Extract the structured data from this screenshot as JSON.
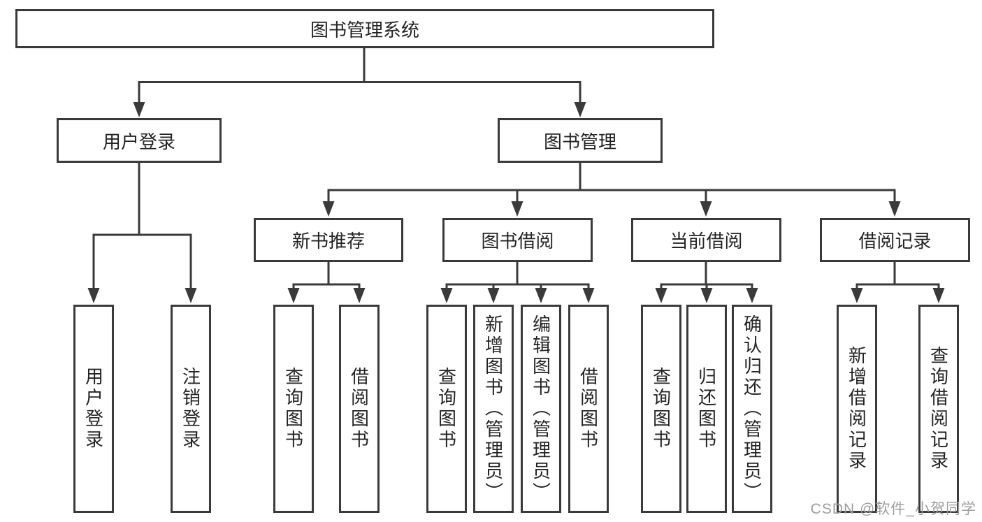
{
  "diagram": {
    "root": "图书管理系统",
    "level2": [
      {
        "label": "用户登录",
        "children": [
          "用户登录",
          "注销登录"
        ]
      },
      {
        "label": "图书管理",
        "sections": [
          {
            "label": "新书推荐",
            "children": [
              "查询图书",
              "借阅图书"
            ]
          },
          {
            "label": "图书借阅",
            "children": [
              "查询图书",
              "新增图书（管理员）",
              "编辑图书（管理员）",
              "借阅图书"
            ]
          },
          {
            "label": "当前借阅",
            "children": [
              "查询图书",
              "归还图书",
              "确认归还（管理员）"
            ]
          },
          {
            "label": "借阅记录",
            "children": [
              "新增借阅记录",
              "查询借阅记录"
            ]
          }
        ]
      }
    ]
  },
  "watermark": "CSDN @软件_小贺同学",
  "colors": {
    "line": "#3a3a3a",
    "text": "#242424",
    "watermark": "#9e9e9e",
    "background": "#ffffff"
  }
}
